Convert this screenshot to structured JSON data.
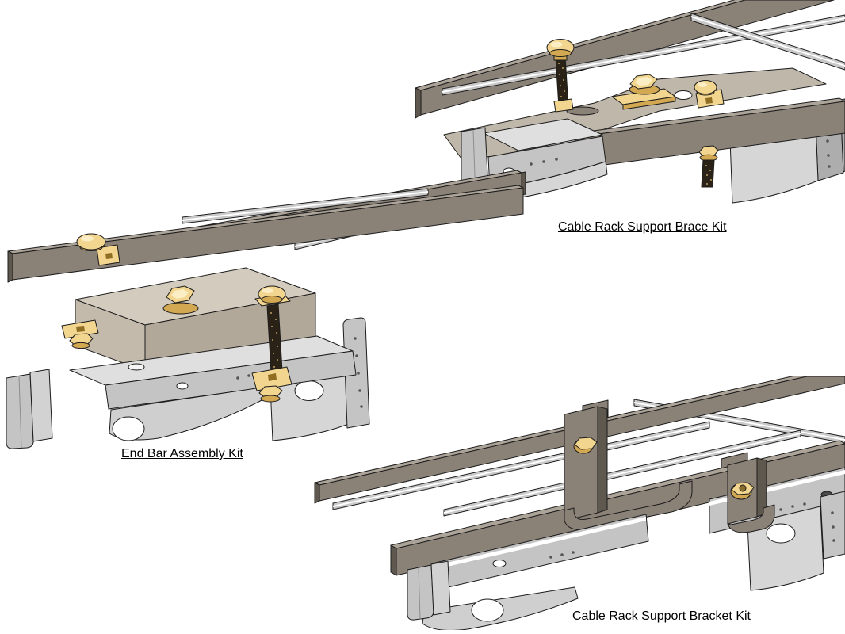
{
  "figures": [
    {
      "id": "brace-kit",
      "caption": "Cable Rack Support Brace Kit"
    },
    {
      "id": "end-bar-kit",
      "caption": "End Bar Assembly Kit"
    },
    {
      "id": "bracket-kit",
      "caption": "Cable Rack Support Bracket Kit"
    }
  ],
  "colors": {
    "background": "#FFFFFF",
    "outline": "#1C1C1C",
    "railFront": "#8A8177",
    "railTop": "#ACA499",
    "railEnd": "#5F584F",
    "tube": "#C9C9C9",
    "tubeHi": "#FFFFFF",
    "brace": "#BFB7AA",
    "beigeTop": "#D3CBBD",
    "beigeFront": "#B2A899",
    "beigeSide": "#C3BAAB",
    "grayLight": "#DFDFDF",
    "grayMid": "#C4C4C4",
    "grayShade": "#ADADAD",
    "grayPlate": "#D6D6D6",
    "gold": "#F2D58E",
    "goldHi": "#FBEDC4",
    "goldShade": "#D2A852",
    "goldDark": "#8F6E24",
    "thread": "#2B2217",
    "threadDot": "#E5C67C"
  }
}
